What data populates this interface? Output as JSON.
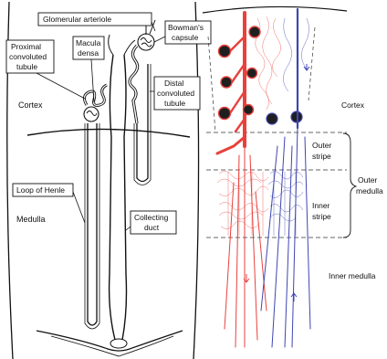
{
  "left_panel": {
    "labels": {
      "glomerular_arteriole": "Glomerular arteriole",
      "bowmans_capsule_line1": "Bowman's",
      "bowmans_capsule_line2": "capsule",
      "proximal_line1": "Proximal",
      "proximal_line2": "convoluted",
      "proximal_line3": "tubule",
      "macula_line1": "Macula",
      "macula_line2": "densa",
      "distal_line1": "Distal",
      "distal_line2": "convoluted",
      "distal_line3": "tubule",
      "cortex": "Cortex",
      "loop_of_henle": "Loop of Henle",
      "medulla": "Medulla",
      "collecting_line1": "Collecting",
      "collecting_line2": "duct"
    }
  },
  "right_panel": {
    "labels": {
      "cortex": "Cortex",
      "outer_stripe_line1": "Outer",
      "outer_stripe_line2": "stripe",
      "outer_medulla_line1": "Outer",
      "outer_medulla_line2": "medulla",
      "inner_stripe_line1": "Inner",
      "inner_stripe_line2": "stripe",
      "inner_medulla": "Inner medulla"
    },
    "colors": {
      "arterial": "#e8413c",
      "venous": "#3f45b0",
      "glomerulus": "#1f1f1f"
    }
  }
}
